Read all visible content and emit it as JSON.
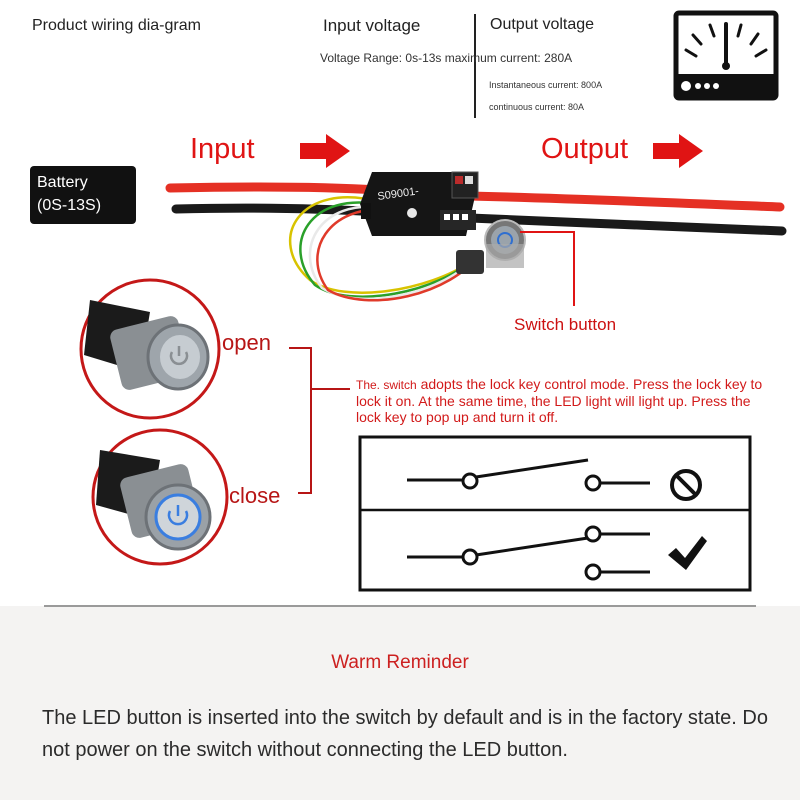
{
  "header": {
    "title": "Product wiring dia-gram",
    "input_voltage_label": "Input voltage",
    "output_voltage_label": "Output voltage",
    "voltage_range": "Voltage Range: 0s-13s maximum current: 280A",
    "instantaneous_current": "Instantaneous current: 800A",
    "continuous_current": "continuous current: 80A"
  },
  "diagram": {
    "input_label": "Input",
    "output_label": "Output",
    "battery_line1": "Battery",
    "battery_line2": "(0S-13S)",
    "module_marking": "S09001-",
    "switch_button_label": "Switch button",
    "open_label": "open",
    "close_label": "close",
    "description_lead": "The. switch",
    "description_rest": " adopts the lock key control mode. Press the lock key to lock it on. At the same time, the LED light will light up. Press the lock key to pop up and turn it off.",
    "arrow_icon": "red-arrow-icon",
    "meter_icon": "analog-meter-icon",
    "off_icon": "prohibited-circle-icon",
    "on_icon": "checkmark-icon"
  },
  "reminder": {
    "title": "Warm Reminder",
    "body": "The LED button is inserted into the switch by default and is in the factory state. Do not power on the switch without connecting the LED button."
  },
  "colors": {
    "accent_red": "#e01414",
    "wire_red": "#e53024",
    "wire_black": "#1a1a1a",
    "panel_bg": "#f4f3f2"
  }
}
